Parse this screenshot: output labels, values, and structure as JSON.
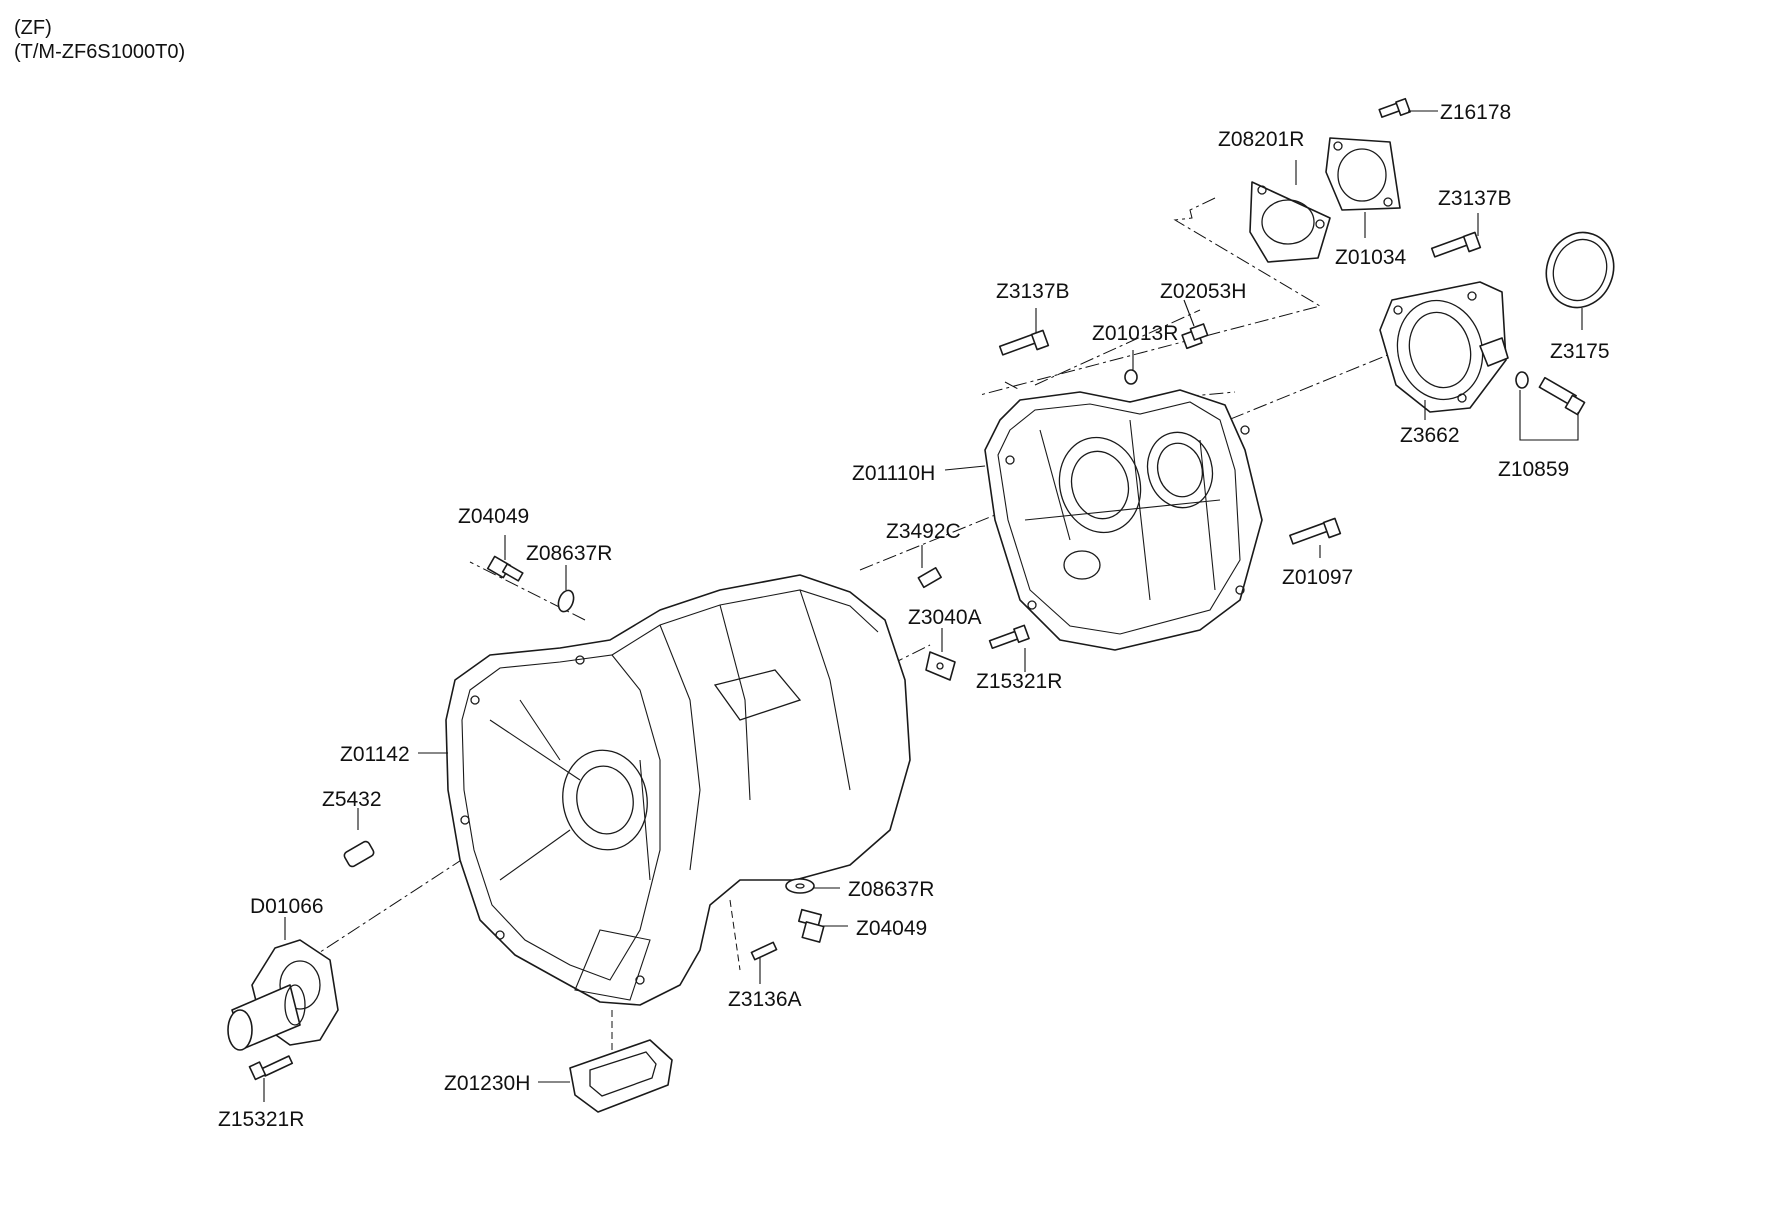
{
  "header": {
    "line1": "(ZF)",
    "line2": "(T/M-ZF6S1000T0)"
  },
  "labels": {
    "Z16178": "Z16178",
    "Z08201R": "Z08201R",
    "Z3137B_top": "Z3137B",
    "Z01034": "Z01034",
    "Z3137B_mid": "Z3137B",
    "Z02053H": "Z02053H",
    "Z01013R": "Z01013R",
    "Z3175": "Z3175",
    "Z3662": "Z3662",
    "Z10859": "Z10859",
    "Z01110H": "Z01110H",
    "Z04049_top": "Z04049",
    "Z08637R_top": "Z08637R",
    "Z3492C": "Z3492C",
    "Z01097": "Z01097",
    "Z3040A": "Z3040A",
    "Z15321R_mid": "Z15321R",
    "Z01142": "Z01142",
    "Z5432": "Z5432",
    "Z08637R_bot": "Z08637R",
    "D01066": "D01066",
    "Z04049_bot": "Z04049",
    "Z3136A": "Z3136A",
    "Z01230H": "Z01230H",
    "Z15321R_bot": "Z15321R"
  }
}
